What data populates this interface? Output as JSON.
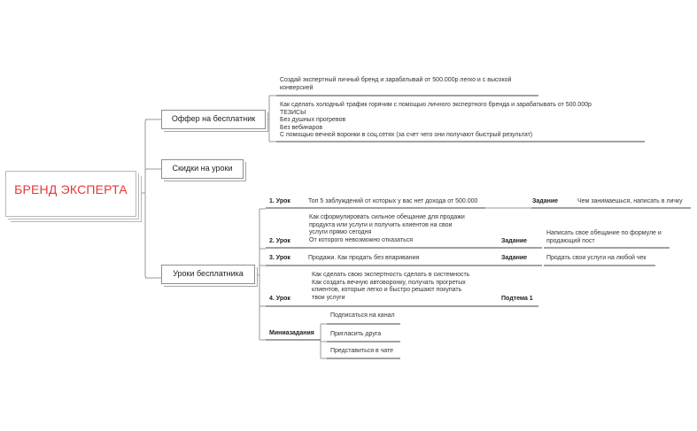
{
  "root": {
    "label": "БРЕНД ЭКСПЕРТА",
    "color": "#e53935"
  },
  "branches": {
    "offer": {
      "label": "Оффер на бесплатник",
      "details": [
        [
          "Создай экспертный личный бренд и зарабатывай от 500.000р легко и с высокой",
          "конверсией"
        ],
        [
          "Как сделать холодный трафик горячим с помощью личного экспертного бренда и зарабатывать от 500.000р",
          "ТЕЗИСЫ",
          "Без душных прогревов",
          "Без вебинаров",
          "С помощью вечной воронки в соц.сетях (за счет чего они получают быстрый результат)"
        ]
      ]
    },
    "discounts": {
      "label": "Скидки на уроки"
    },
    "lessons": {
      "label": "Уроки бесплатника",
      "items": [
        {
          "num": "1. Урок",
          "lines": [
            "Топ 5 заблуждений от которых у вас нет дохода от 500.000"
          ],
          "task_label": "Задание",
          "task_lines": [
            "Чем занимаешься, написать в личку"
          ]
        },
        {
          "num": "2. Урок",
          "lines": [
            "Как сформулировать сильное обещание для продажи",
            "продукта или услуги и получить клиентов на свои",
            "услуги прямо сегодня",
            "От которого невозможно отказаться"
          ],
          "task_label": "Задание",
          "task_lines": [
            "Написать свое обещание по формуле и",
            "продающий пост"
          ]
        },
        {
          "num": "3. Урок",
          "lines": [
            "Продажи. Как продать без впаривания"
          ],
          "task_label": "Задание",
          "task_lines": [
            "Продать свои услуги на любой чек"
          ]
        },
        {
          "num": "4. Урок",
          "lines": [
            "Как сделать свою экспертность сделать в системность",
            "Как создать вечную автоворонку, получать прогретых",
            "клиентов, которые легко и быстро решают покупать",
            "твои услуги"
          ],
          "task_label": "Подтема 1",
          "task_lines": []
        }
      ],
      "mini": {
        "label": "Миниазадания",
        "items": [
          "Подписаться на канал",
          "Пригласить друга",
          "Представиться в чате"
        ]
      }
    }
  },
  "style": {
    "line_color": "#9a9a9a",
    "underline_color": "#444444"
  }
}
